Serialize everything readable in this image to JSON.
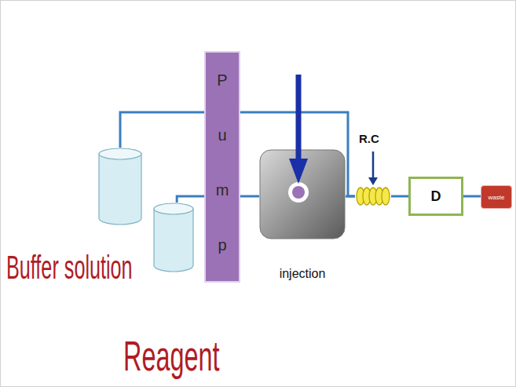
{
  "diagram": {
    "nodes": [
      {
        "text": [
          "Buffer solution"
        ]
      },
      {
        "text": [
          "Reagent"
        ]
      },
      {
        "text": [
          "P u m p"
        ]
      },
      {
        "text": [
          "injection"
        ]
      },
      {
        "text": [
          "R.C"
        ]
      },
      {
        "text": [
          "D"
        ]
      },
      {
        "text": [
          "waste"
        ]
      }
    ],
    "edges": [
      {
        "from": 1,
        "to": 2,
        "arrow": "none"
      },
      {
        "from": 2,
        "to": 3,
        "arrow": "none"
      },
      {
        "from": 3,
        "to": 4,
        "arrow": "none"
      },
      {
        "from": 0,
        "to": 4,
        "arrow": "none"
      },
      {
        "from": 4,
        "to": 5,
        "arrow": "none"
      },
      {
        "from": 5,
        "to": 6,
        "arrow": "none"
      }
    ]
  }
}
